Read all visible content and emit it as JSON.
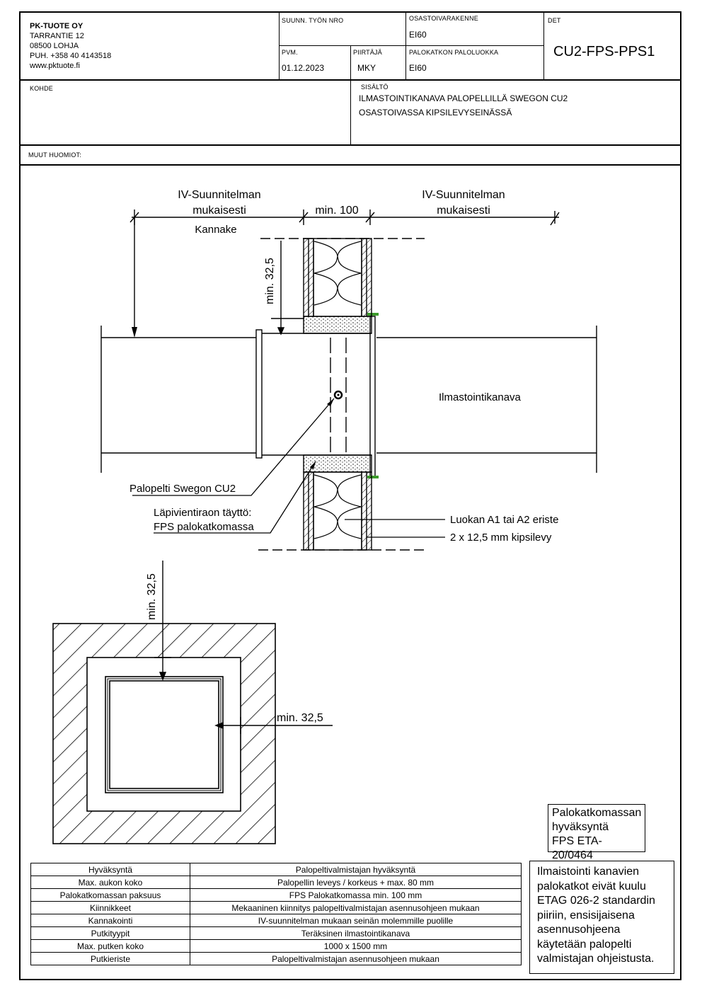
{
  "company": {
    "name": "PK-TUOTE OY",
    "lines": [
      "TARRANTIE 12",
      "08500 LOHJA",
      "PUH. +358 40 4143518",
      "www.pktuote.fi"
    ]
  },
  "header": {
    "work_no_label": "SUUNN. TYÖN NRO",
    "structure_label": "OSASTOIVARAKENNE",
    "structure_value": "EI60",
    "det_label": "DET",
    "det_value": "CU2-FPS-PPS1",
    "date_label": "PVM.",
    "date_value": "01.12.2023",
    "drawer_label": "PIIRTÄJÄ",
    "drawer_value": "MKY",
    "class_label": "PALOKATKON PALOLUOKKA",
    "class_value": "EI60",
    "target_label": "KOHDE",
    "content_label": "SISÄLTÖ",
    "content_lines": [
      "ILMASTOINTIKANAVA PALOPELLILLÄ SWEGON CU2",
      "OSASTOIVASSA KIPSILEVYSEINÄSSÄ"
    ],
    "notes_label": "MUUT HUOMIOT:"
  },
  "drawing": {
    "left_dim_line1": "IV-Suunnitelman",
    "left_dim_line2": "mukaisesti",
    "mid_dim": "min. 100",
    "right_dim_line1": "IV-Suunnitelman",
    "right_dim_line2": "mukaisesti",
    "hanger": "Kannake",
    "vertical_dim": "min. 32,5",
    "duct_label": "Ilmastointikanava",
    "damper_label": "Palopelti Swegon CU2",
    "fill_label_line1": "Läpivientiraon täyttö:",
    "fill_label_line2": "FPS palokatkomassa",
    "insulation_label": "Luokan A1 tai A2 eriste",
    "board_label": "2 x 12,5 mm kipsilevy",
    "section_vertical_dim": "min. 32,5",
    "section_horizontal_dim": "min. 32,5"
  },
  "approval_box": [
    "Palokatkomassan",
    "hyväksyntä",
    "FPS ETA- 20/0464"
  ],
  "note_box": [
    "Ilmaistointi kanavien",
    "palokatkot eivät kuulu",
    "ETAG 026-2 standardin",
    "piiriin, ensisijaisena",
    "asennusohjeena",
    "käytetään palopelti",
    "valmistajan ohjeistusta."
  ],
  "spec_table": [
    [
      "Hyväksyntä",
      "Palopeltivalmistajan hyväksyntä"
    ],
    [
      "Max. aukon koko",
      "Palopellin leveys / korkeus + max. 80 mm"
    ],
    [
      "Palokatkomassan paksuus",
      "FPS Palokatkomassa min. 100 mm"
    ],
    [
      "Kiinnikkeet",
      "Mekaaninen kiinnitys palopeltivalmistajan asennusohjeen mukaan"
    ],
    [
      "Kannakointi",
      "IV-suunnitelman mukaan seinän molemmille puolille"
    ],
    [
      "Putkityypit",
      "Teräksinen ilmastointikanava"
    ],
    [
      "Max. putken koko",
      "1000 x 1500 mm"
    ],
    [
      "Putkieriste",
      "Palopeltivalmistajan asennusohjeen mukaan"
    ]
  ]
}
